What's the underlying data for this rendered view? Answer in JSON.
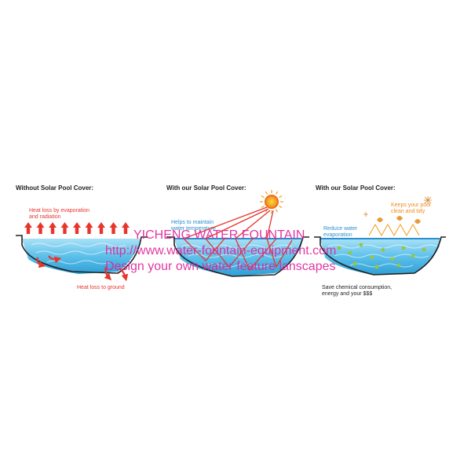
{
  "panels": [
    {
      "title": "Without Solar Pool Cover:",
      "labels": [
        "Heat loss by evaporation",
        "and radiation",
        "Heat loss to ground"
      ]
    },
    {
      "title": "With our Solar Pool Cover:",
      "labels": [
        "Helps to maintain",
        "water temperature"
      ]
    },
    {
      "title": "With our Solar Pool Cover:",
      "labels": [
        "Keeps your pool",
        "clean and tidy",
        "Reduce water",
        "evaporation",
        "Save chemical consumption,",
        "energy and your $$$"
      ]
    }
  ],
  "watermark": {
    "line1": "YICHENG WATER FOUNTAIN",
    "line2": "http://www.water-fountain-equipment.com",
    "line3": "Design your own water feature lanscapes"
  },
  "colors": {
    "heat_red": "#e8342c",
    "water_blue": "#5cc0ea",
    "sun_orange": "#f39a1c",
    "cover_blue": "#2a8fd0",
    "watermark_magenta": "#e0269a"
  },
  "icons": [
    "heat-arrow-icon",
    "sun-icon",
    "leaf-icon",
    "sparkle-icon"
  ]
}
